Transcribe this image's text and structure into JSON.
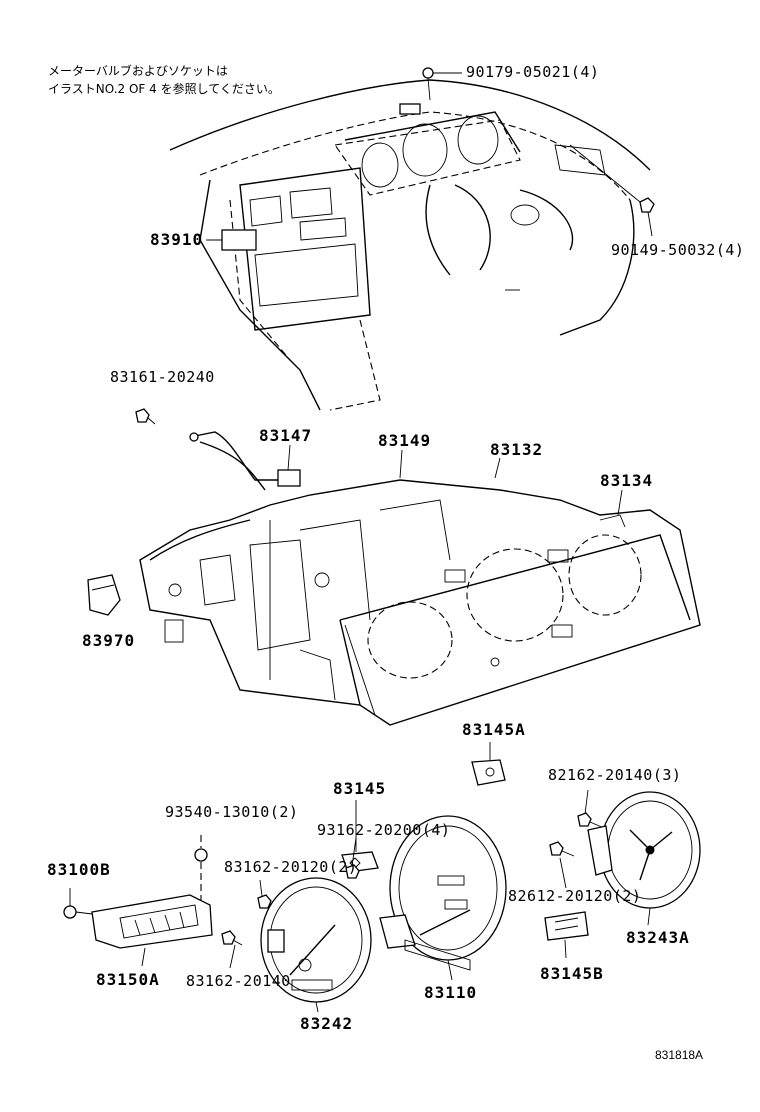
{
  "note": {
    "line1": "メーターバルブおよびソケットは",
    "line2": "イラストNO.2 OF 4 を参照してください。"
  },
  "parts": {
    "p90179": "90179-05021(4)",
    "p90149": "90149-50032(4)",
    "p83910": "83910",
    "p83161": "83161-20240",
    "p83147": "83147",
    "p83149": "83149",
    "p83132": "83132",
    "p83134": "83134",
    "p83970": "83970",
    "p83145A": "83145A",
    "p83145": "83145",
    "p82162": "82162-20140(3)",
    "p93540": "93540-13010(2)",
    "p93162": "93162-20200(4)",
    "p83162a": "83162-20120(2)",
    "p82612": "82612-20120(2)",
    "p83100B": "83100B",
    "p83243A": "83243A",
    "p83162b": "83162-20140",
    "p83150A": "83150A",
    "p83145B": "83145B",
    "p83110": "83110",
    "p83242": "83242"
  },
  "illustration_code": "831818A"
}
